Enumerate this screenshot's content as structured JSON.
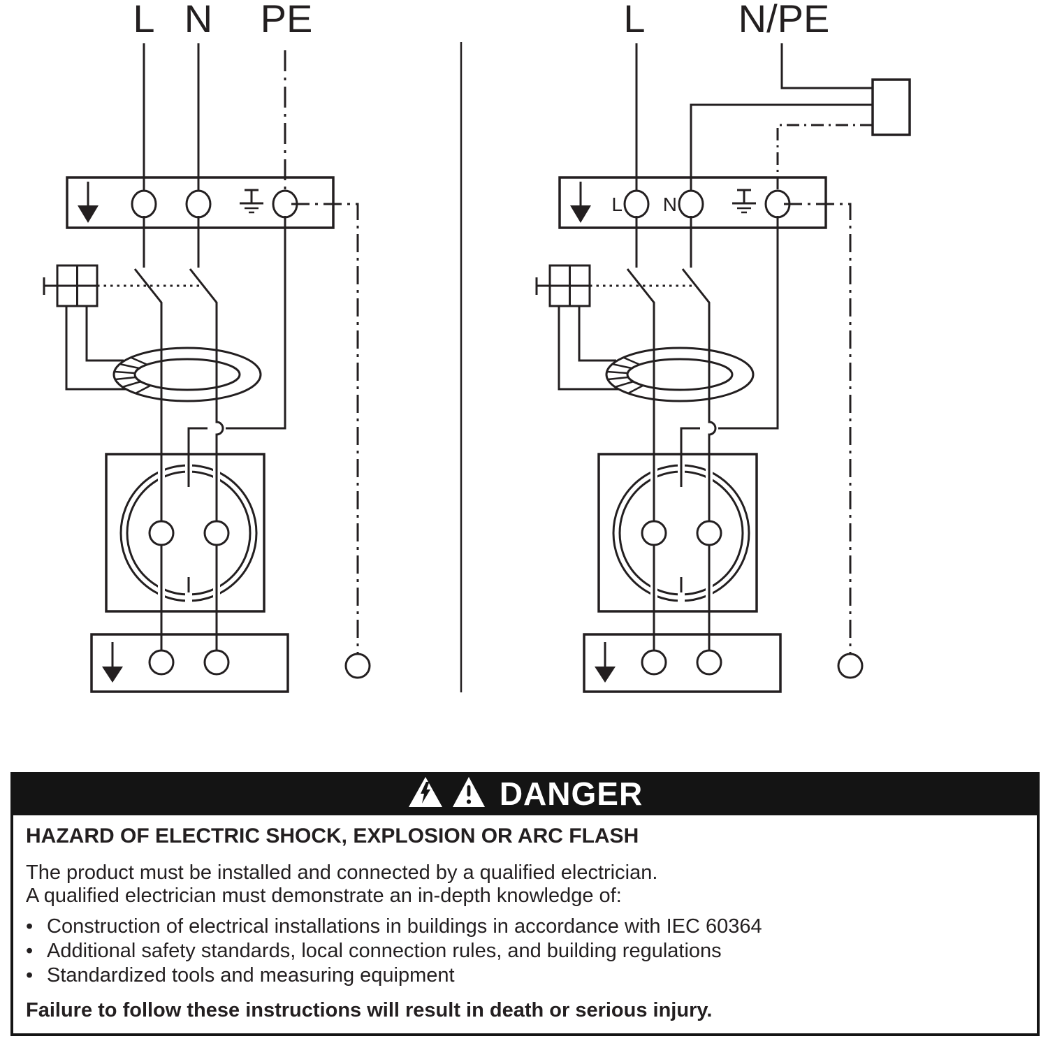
{
  "left_diagram": {
    "supply_labels": {
      "l": "L",
      "n": "N",
      "pe": "PE"
    }
  },
  "right_diagram": {
    "supply_labels": {
      "l": "L",
      "npe": "N/PE"
    },
    "terminal_labels": {
      "l": "L",
      "n": "N"
    }
  },
  "warning": {
    "banner_label": "DANGER",
    "heading": "HAZARD OF ELECTRIC SHOCK, EXPLOSION OR ARC FLASH",
    "body_lines": [
      "The product must be installed and connected by a qualified electrician.",
      "A qualified electrician must demonstrate an in-depth knowledge of:"
    ],
    "bullet_char": "•",
    "bullets": [
      "Construction of electrical installations in buildings in accordance with IEC 60364",
      "Additional safety standards, local connection rules, and building regulations",
      "Standardized tools and measuring equipment"
    ],
    "footer": "Failure to follow these instructions will result in death or serious injury."
  },
  "icons": {
    "electric_hazard": "lightning-bolt-triangle-icon",
    "safety_alert": "exclamation-triangle-icon"
  },
  "colors": {
    "ink": "#231f20",
    "banner_bg": "#141414",
    "banner_text": "#ffffff",
    "page_bg": "#ffffff"
  }
}
